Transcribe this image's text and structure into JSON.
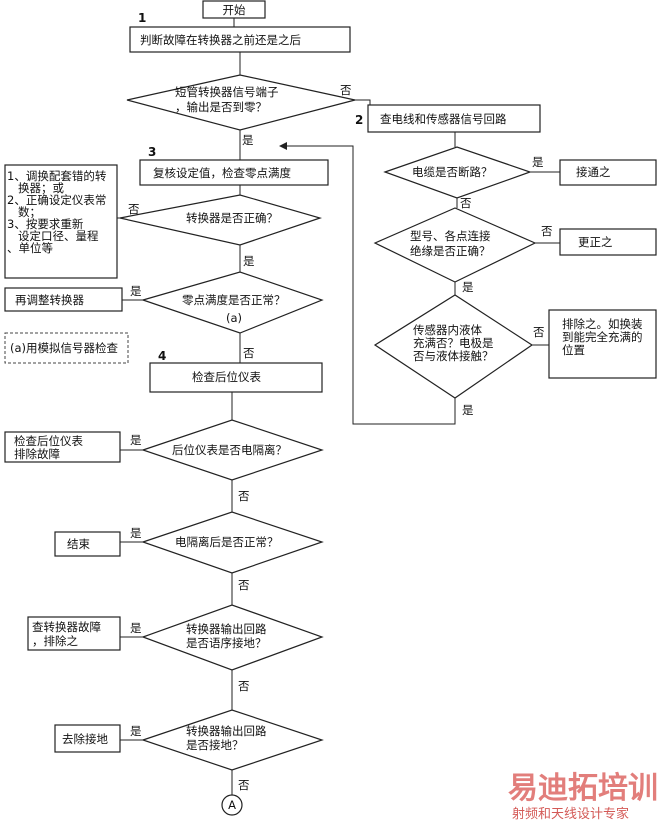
{
  "start": "开始",
  "steps": {
    "s1": "1",
    "s2": "2",
    "s3": "3",
    "s4": "4"
  },
  "yes": "是",
  "no": "否",
  "box1": "判断故障在转换器之前还是之后",
  "d1": [
    "短管转换器信号端子",
    "，输出是否到零？"
  ],
  "box2": "查电线和传感器信号回路",
  "dr1": "电缆是否断路？",
  "br1": "接通之",
  "dr2": [
    "型号、各点连接",
    "绝缘是否正确？"
  ],
  "br2": "更正之",
  "dr3": [
    "传感器内液体",
    "充满否？电极是",
    "否与液体接触？"
  ],
  "br3": [
    "排除之。如换装",
    "到能完全充满的",
    "位置"
  ],
  "box3": "复核设定值，检查零点满度",
  "d2": "转换器是否正确？",
  "fix_list": [
    "1、调换配套错的转",
    "   换器；或",
    "2、正确设定仪表常",
    "   数；",
    "3、按要求重新",
    "   设定口径、量程",
    "、单位等"
  ],
  "d3": [
    "零点满度是否正常？",
    "(a)"
  ],
  "box_readjust": "再调整转换器",
  "note_a": "(a)用模拟信号器检查",
  "box4": "检查后位仪表",
  "d4": "后位仪表是否电隔离？",
  "b4": [
    "检查后位仪表",
    "排除故障"
  ],
  "d5": "电隔离后是否正常？",
  "b5": "结束",
  "d6": [
    "转换器输出回路",
    "是否语序接地？"
  ],
  "b6": [
    "查转换器故障",
    "，排除之"
  ],
  "d7": [
    "转换器输出回路",
    "是否接地？"
  ],
  "b7": "去除接地",
  "connector": "A",
  "watermark": {
    "brand": "易迪拓培训",
    "slogan": "射频和天线设计专家"
  }
}
